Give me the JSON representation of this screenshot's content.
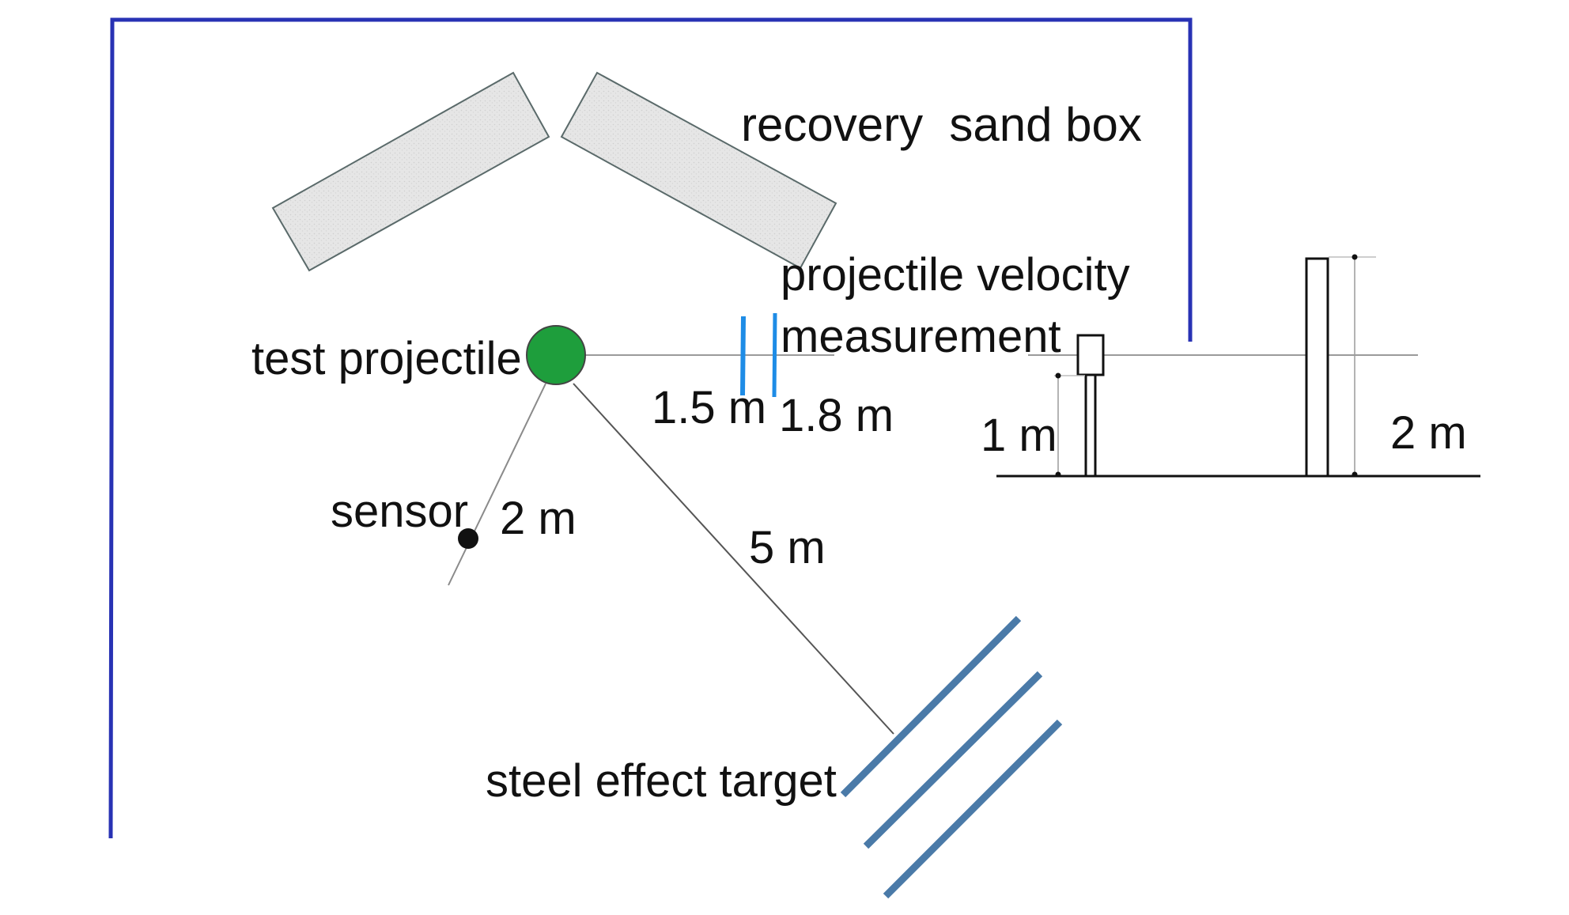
{
  "labels": {
    "sand_box": "recovery  sand box",
    "velocity_line1": "projectile velocity",
    "velocity_line2": "measurement",
    "projectile": "test projectile",
    "sensor": "sensor",
    "sensor_distance": "2 m",
    "target_distance": "5 m",
    "velocity_dist_1": "1.5 m",
    "velocity_dist_2": "1.8 m",
    "target": "steel effect target",
    "height_1": "1 m",
    "height_2": "2 m"
  },
  "colors": {
    "wall": "#2832b4",
    "projectile_fill": "#1e9e3c",
    "projectile_stroke": "#444444",
    "velocity_gate": "#1e8ce6",
    "target_plate": "#4a7aa8",
    "sand_fill": "#e4e4e4",
    "sand_stroke": "#5a6a6a",
    "sensor": "#111111",
    "line": "#555555",
    "ground": "#111111"
  },
  "icons": {
    "projectile": "green-circle",
    "sensor": "black-dot"
  }
}
